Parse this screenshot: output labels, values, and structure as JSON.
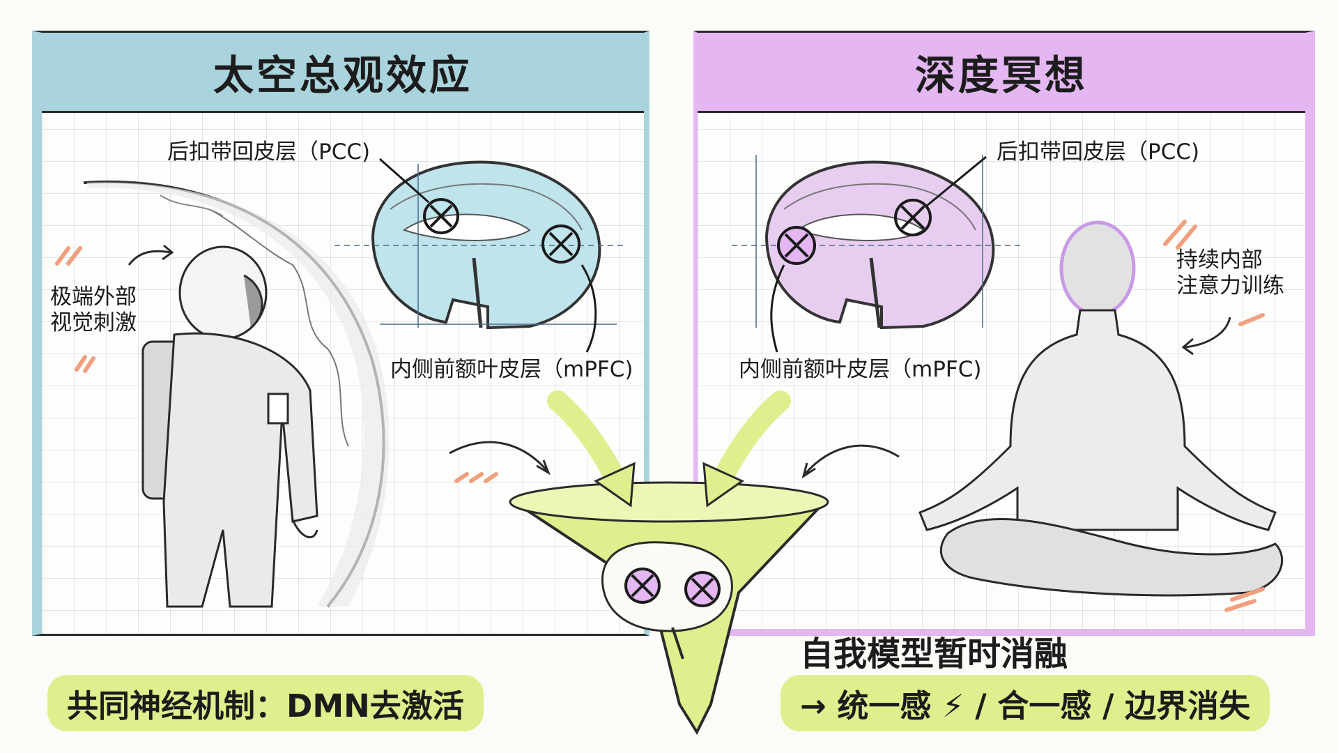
{
  "left_panel": {
    "title": "太空总观效应",
    "pcc_label": "后扣带回皮层（PCC)",
    "mpfc_label": "内侧前额叶皮层（mPFC)",
    "stimulus_label": "极端外部\n视觉刺激",
    "accent_color": "#a9d3dd"
  },
  "right_panel": {
    "title": "深度冥想",
    "pcc_label": "后扣带回皮层（PCC)",
    "mpfc_label": "内侧前额叶皮层（mPFC)",
    "training_label": "持续内部\n注意力训练",
    "accent_color": "#e4b6f2"
  },
  "funnel": {
    "color": "#dfef8e"
  },
  "bottom": {
    "mechanism": "共同神经机制：DMN去激活",
    "dissolution": "自我模型暂时消融",
    "result": "→ 统一感 ⚡ / 合一感 / 边界消失"
  }
}
